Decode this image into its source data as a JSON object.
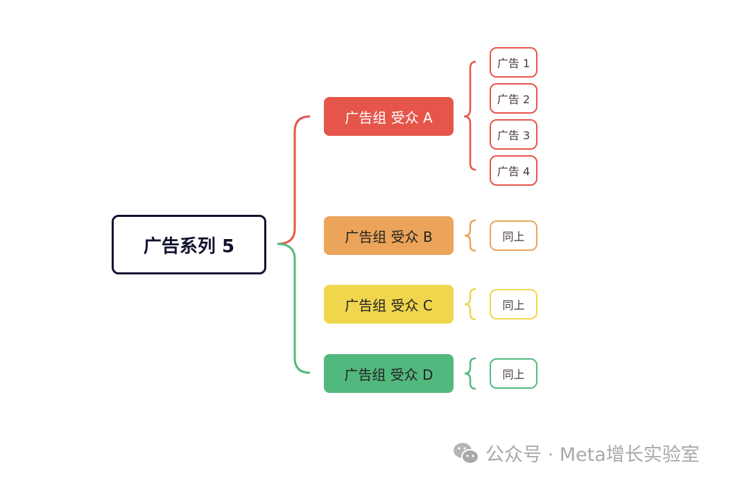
{
  "root": {
    "label": "广告系列 5"
  },
  "colors": {
    "root": "#10102e",
    "a": "#e5554a",
    "b": "#eba45a",
    "c": "#efd64c",
    "d": "#52b97e"
  },
  "groups": [
    {
      "label": "广告组 受众 A",
      "children": [
        "广告 1",
        "广告 2",
        "广告 3",
        "广告 4"
      ]
    },
    {
      "label": "广告组 受众 B",
      "children": [
        "同上"
      ]
    },
    {
      "label": "广告组 受众 C",
      "children": [
        "同上"
      ]
    },
    {
      "label": "广告组 受众 D",
      "children": [
        "同上"
      ]
    }
  ],
  "watermark": {
    "text": "公众号 · Meta增长实验室",
    "icon": "wechat-icon"
  }
}
